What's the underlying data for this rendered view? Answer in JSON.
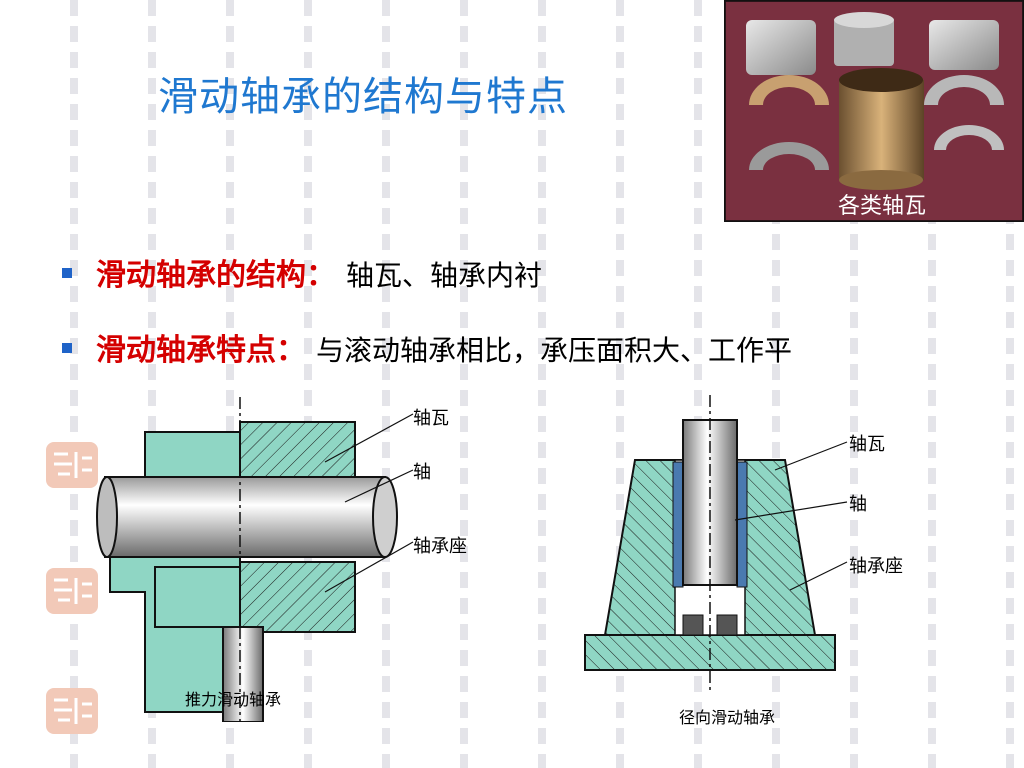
{
  "title": "滑动轴承的结构与特点",
  "photo": {
    "caption": "各类轴瓦"
  },
  "bullets": [
    {
      "label": "滑动轴承的结构：",
      "text": "轴瓦、轴承内衬"
    },
    {
      "label": "滑动轴承特点：",
      "text": "与滚动轴承相比，承压面积大、工作平"
    }
  ],
  "diagram_thrust": {
    "labels": {
      "bush": "轴瓦",
      "shaft": "轴",
      "seat": "轴承座"
    },
    "caption": "推力滑动轴承"
  },
  "diagram_radial": {
    "labels": {
      "bush": "轴瓦",
      "shaft": "轴",
      "seat": "轴承座"
    },
    "caption": "径向滑动轴承"
  },
  "colors": {
    "title": "#1f78d0",
    "label_red": "#d40000",
    "bullet_blue": "#1f63c8",
    "housing": "#8fd6c4"
  }
}
